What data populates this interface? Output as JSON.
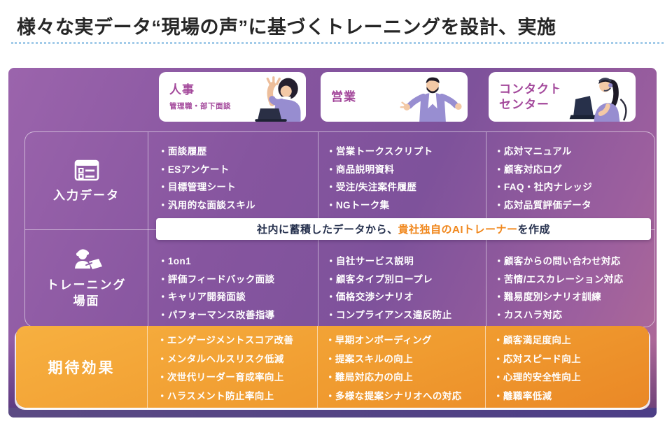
{
  "page_title": "様々な実データ“現場の声”に基づくトレーニングを設計、実施",
  "bullet": "・",
  "header_columns": [
    {
      "title": "人事",
      "subtitle": "管理職・部下面談",
      "illustration": "woman-raising-hand"
    },
    {
      "title": "営業",
      "subtitle": "",
      "illustration": "man-presenting"
    },
    {
      "title": "コンタクト\nセンター",
      "subtitle": "",
      "illustration": "woman-headset-laptop"
    }
  ],
  "banner": {
    "pre": "社内に蓄積したデータから、",
    "highlight": "貴社独自のAIトレーナー",
    "post": "を作成"
  },
  "rows": {
    "input_data": {
      "label": "入力データ",
      "icon": "form-list-icon",
      "columns": [
        [
          "面談履歴",
          "ESアンケート",
          "目標管理シート",
          "汎用的な面談スキル"
        ],
        [
          "営業トークスクリプト",
          "商品説明資料",
          "受注/失注案件履歴",
          "NGトーク集"
        ],
        [
          "応対マニュアル",
          "顧客対応ログ",
          "FAQ・社内ナレッジ",
          "応対品質評価データ"
        ]
      ]
    },
    "training_scenes": {
      "label": "トレーニング\n場面",
      "icon": "trainer-headset-icon",
      "columns": [
        [
          "1on1",
          "評価フィードバック面談",
          "キャリア開発面談",
          "パフォーマンス改善指導"
        ],
        [
          "自社サービス説明",
          "顧客タイプ別ロープレ",
          "価格交渉シナリオ",
          "コンプライアンス違反防止"
        ],
        [
          "顧客からの問い合わせ対応",
          "苦情/エスカレーション対応",
          "難易度別シナリオ訓練",
          "カスハラ対応"
        ]
      ]
    },
    "expected_effects": {
      "label": "期待効果",
      "columns": [
        [
          "エンゲージメントスコア改善",
          "メンタルヘルスリスク低減",
          "次世代リーダー育成率向上",
          "ハラスメント防止率向上"
        ],
        [
          "早期オンボーディング",
          "提案スキルの向上",
          "難局対応力の向上",
          "多様な提案シナリオへの対応"
        ],
        [
          "顧客満足度向上",
          "応対スピード向上",
          "心理的安全性向上",
          "離職率低減"
        ]
      ]
    }
  },
  "colors": {
    "panel_purple": "#84559f",
    "panel_pink_edge": "#b26b96",
    "effects_orange": "#f09c30",
    "header_label_magenta": "#a3489b",
    "banner_text_navy": "#25304d",
    "banner_highlight_orange": "#f0871c",
    "title_rule_blue": "#a2cbe9",
    "bottom_strip_indigo": "#4c3e86"
  }
}
